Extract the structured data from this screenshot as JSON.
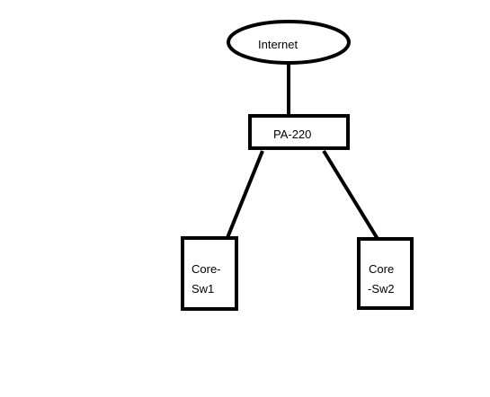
{
  "diagram": {
    "nodes": {
      "internet": {
        "label": "Internet"
      },
      "firewall": {
        "label": "PA-220"
      },
      "core_sw1": {
        "label_line1": "Core-",
        "label_line2": "Sw1"
      },
      "core_sw2": {
        "label_line1": "Core",
        "label_line2": "-Sw2"
      }
    },
    "colors": {
      "stroke": "#000000",
      "background": "#ffffff"
    }
  }
}
